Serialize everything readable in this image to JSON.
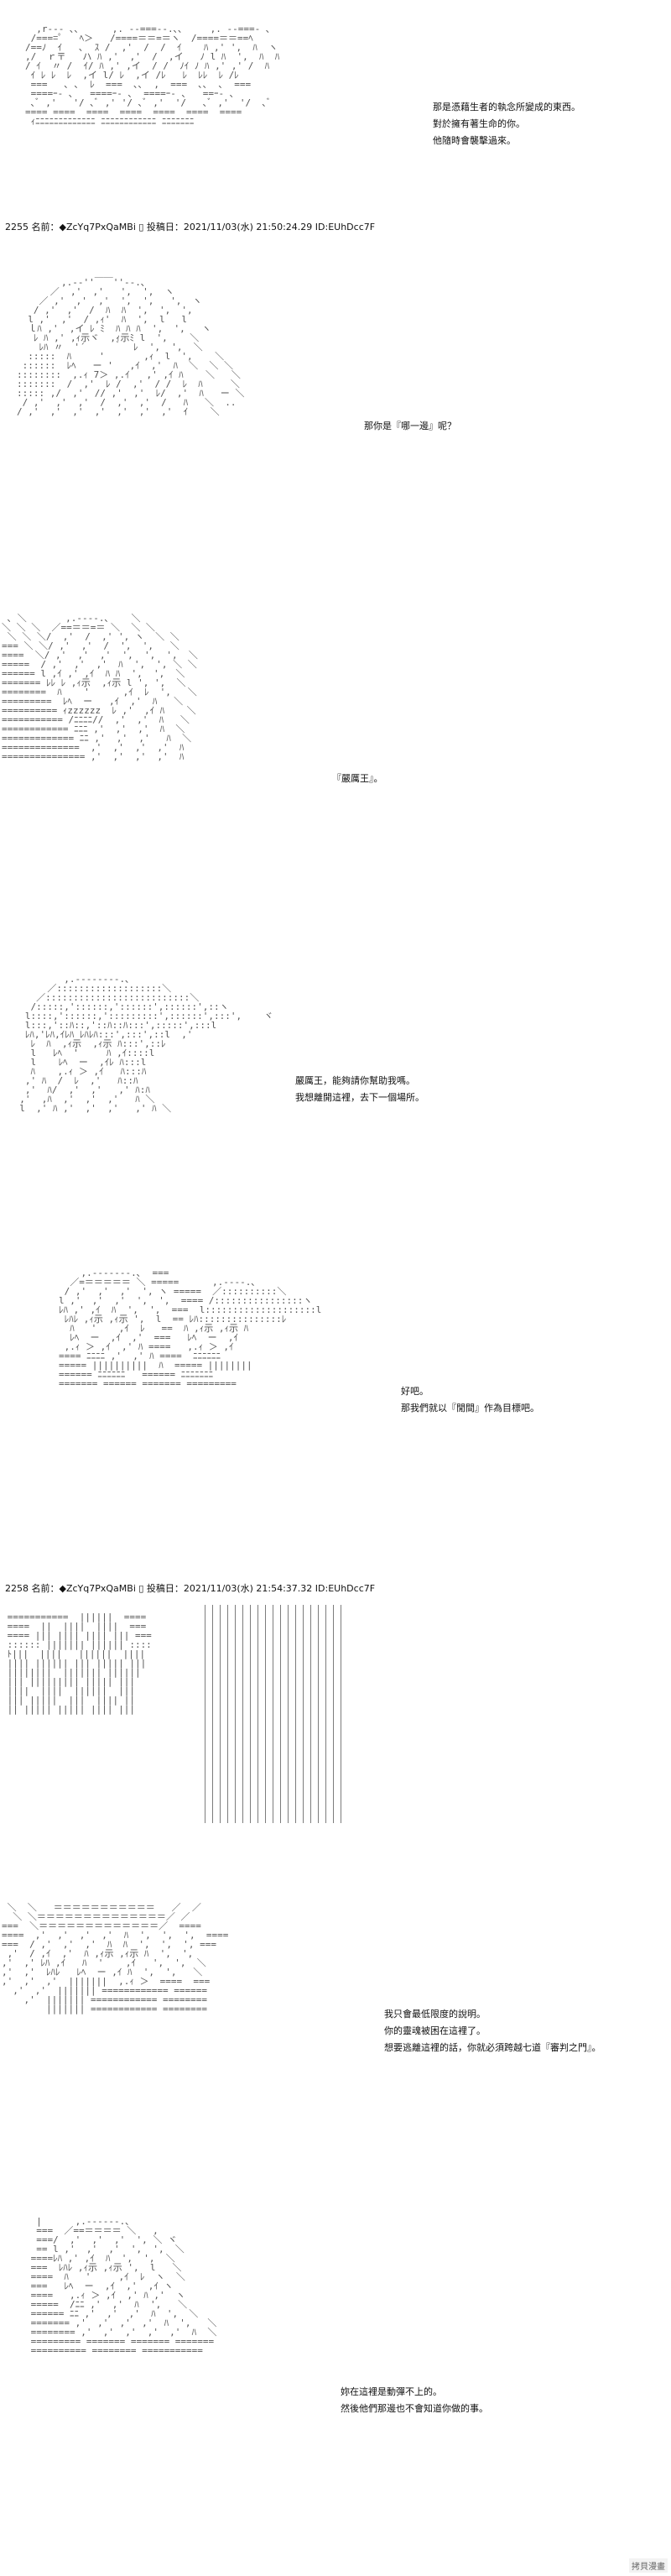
{
  "panels": [
    {
      "id": "p1",
      "lines": [
        "那是憑藉生者的執念所變成的東西。",
        "對於擁有著生命的你。",
        "他隨時會襲擊過來。"
      ]
    },
    {
      "id": "p2",
      "header": "2255 名前：◆ZcYq7PxQaMBi ▯ 投稿日：2021/11/03(水) 21:50:24.29 ID:EUhDcc7F",
      "lines": [
        "那你是『哪一邊』呢？"
      ]
    },
    {
      "id": "p3",
      "lines": [
        "『嚴厲王』。"
      ]
    },
    {
      "id": "p4",
      "lines": [
        "嚴厲王，能夠請你幫助我嗎。",
        "我想離開這裡，去下一個場所。"
      ]
    },
    {
      "id": "p5",
      "lines": [
        "好吧。",
        "那我們就以『閒間』作為目標吧。"
      ]
    },
    {
      "id": "p6",
      "header": "2258 名前：◆ZcYq7PxQaMBi ▯ 投稿日：2021/11/03(水) 21:54:37.32 ID:EUhDcc7F",
      "lines": []
    },
    {
      "id": "p7",
      "lines": [
        "我只會最低限度的說明。",
        "你的靈魂被困在這裡了。",
        "想要逃離這裡的話，你就必須跨越七道『審判之門』。"
      ]
    },
    {
      "id": "p8",
      "lines": [
        "妳在這裡是動彈不上的。",
        "然後他們那邊也不會知道你做的事。"
      ]
    }
  ],
  "watermark": "拷貝漫畫"
}
